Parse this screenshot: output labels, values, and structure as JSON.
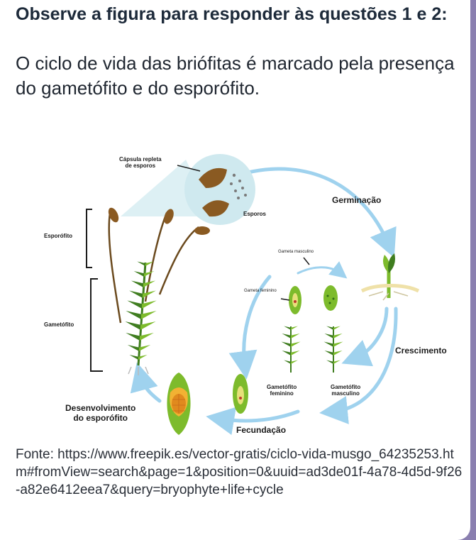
{
  "question": {
    "title": "Observe a figura para responder às questões 1 e 2:",
    "intro": "O ciclo de vida das briófitas é marcado pela presença do gametófito e do esporófito."
  },
  "figure": {
    "labels": {
      "capsule_line1": "Cápsula repleta",
      "capsule_line2": "de esporos",
      "spores": "Esporos",
      "germination": "Germinação",
      "sporophyte": "Esporófito",
      "gametophyte": "Gametófito",
      "male_gamete": "Gameta masculino",
      "female_gamete": "Gameta feminino",
      "growth": "Crescimento",
      "female_gametophyte_line1": "Gametófito",
      "female_gametophyte_line2": "feminino",
      "male_gametophyte_line1": "Gametófito",
      "male_gametophyte_line2": "masculino",
      "development_line1": "Desenvolvimento",
      "development_line2": "do esporófito",
      "fertilization": "Fecundação"
    },
    "colors": {
      "arrow": "#9fd2ee",
      "leaf_dark": "#3f7d1f",
      "leaf_light": "#7dbb2c",
      "capsule": "#8a5a22",
      "bubble": "#cfe9ef"
    }
  },
  "source": {
    "text": "Fonte: https://www.freepik.es/vector-gratis/ciclo-vida-musgo_64235253.htm#fromView=search&page=1&position=0&uuid=ad3de01f-4a78-4d5d-9f26-a82e6412eea7&query=bryophyte+life+cycle"
  }
}
